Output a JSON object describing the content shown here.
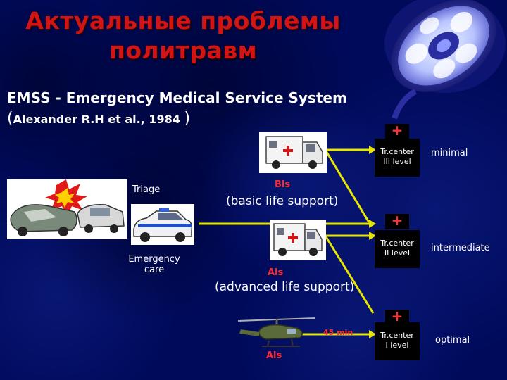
{
  "title": {
    "line1": "Актуальные проблемы",
    "line2": "политравм"
  },
  "heading": {
    "system": "EMSS - Emergency Medical Service System",
    "citation_open": "(",
    "citation": "Alexander R.H et al., 1984",
    "citation_close": ")"
  },
  "labels": {
    "triage": "Triage",
    "emergency_care_line1": "Emergency",
    "emergency_care_line2": "care",
    "bls": "Bls",
    "basic_support": "(basic life support)",
    "als": "Als",
    "advanced_support": "(advanced life support)",
    "als_heli": "Als",
    "time": "45 min"
  },
  "centers": [
    {
      "line1": "Tr.center",
      "line2": "III level",
      "outcome": "minimal"
    },
    {
      "line1": "Tr.center",
      "line2": "II level",
      "outcome": "intermediate"
    },
    {
      "line1": "Tr.center",
      "line2": "I level",
      "outcome": "optimal"
    }
  ],
  "plus_symbol": "+",
  "colors": {
    "background": "#000a5a",
    "title": "#d21414",
    "arrow": "#e6e600",
    "accent_red": "#ff2a2a"
  },
  "icons": [
    "surgical-lamp-icon",
    "ambulance-icon",
    "police-car-icon",
    "crashed-cars-icon",
    "helicopter-icon"
  ]
}
